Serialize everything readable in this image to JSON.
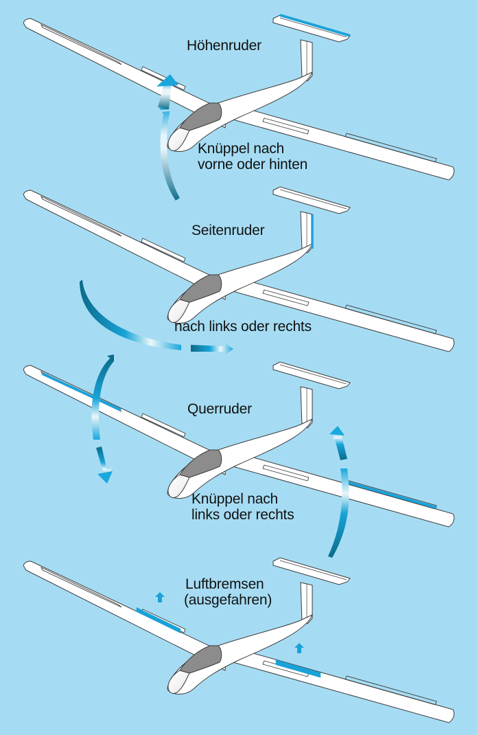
{
  "panels": [
    {
      "id": "elevator",
      "title": "Höhenruder",
      "caption_lines": [
        "Knüppel nach",
        "vorne oder hinten"
      ],
      "highlighted_surface": "horizontal stabilizer trailing edge",
      "motion": "pitch arc arrow (up)"
    },
    {
      "id": "rudder",
      "title": "Seitenruder",
      "caption_lines": [
        "nach links oder rechts"
      ],
      "highlighted_surface": "vertical fin trailing edge",
      "motion": "yaw arc arrow (right)"
    },
    {
      "id": "aileron",
      "title": "Querruder",
      "caption_lines": [
        "Knüppel nach",
        "links oder rechts"
      ],
      "highlighted_surface": "left and right wing aileron trailing edges",
      "motion": "roll arc arrows (down on left, up on right)"
    },
    {
      "id": "airbrakes",
      "title": "Luftbremsen",
      "caption_lines": [
        "(ausgefahren)"
      ],
      "highlighted_surface": "spoiler panels on both wings",
      "motion": "small up arrows above spoilers"
    }
  ],
  "colors": {
    "background": "#a6dcf3",
    "highlight": "#1aa2d8",
    "arrow_dark": "#0b6e8e",
    "arrow_light": "#eaf6fb",
    "canopy": "#8c8c8c",
    "airframe": "#ffffff",
    "outline": "#3a3a3a",
    "text": "#111111"
  }
}
